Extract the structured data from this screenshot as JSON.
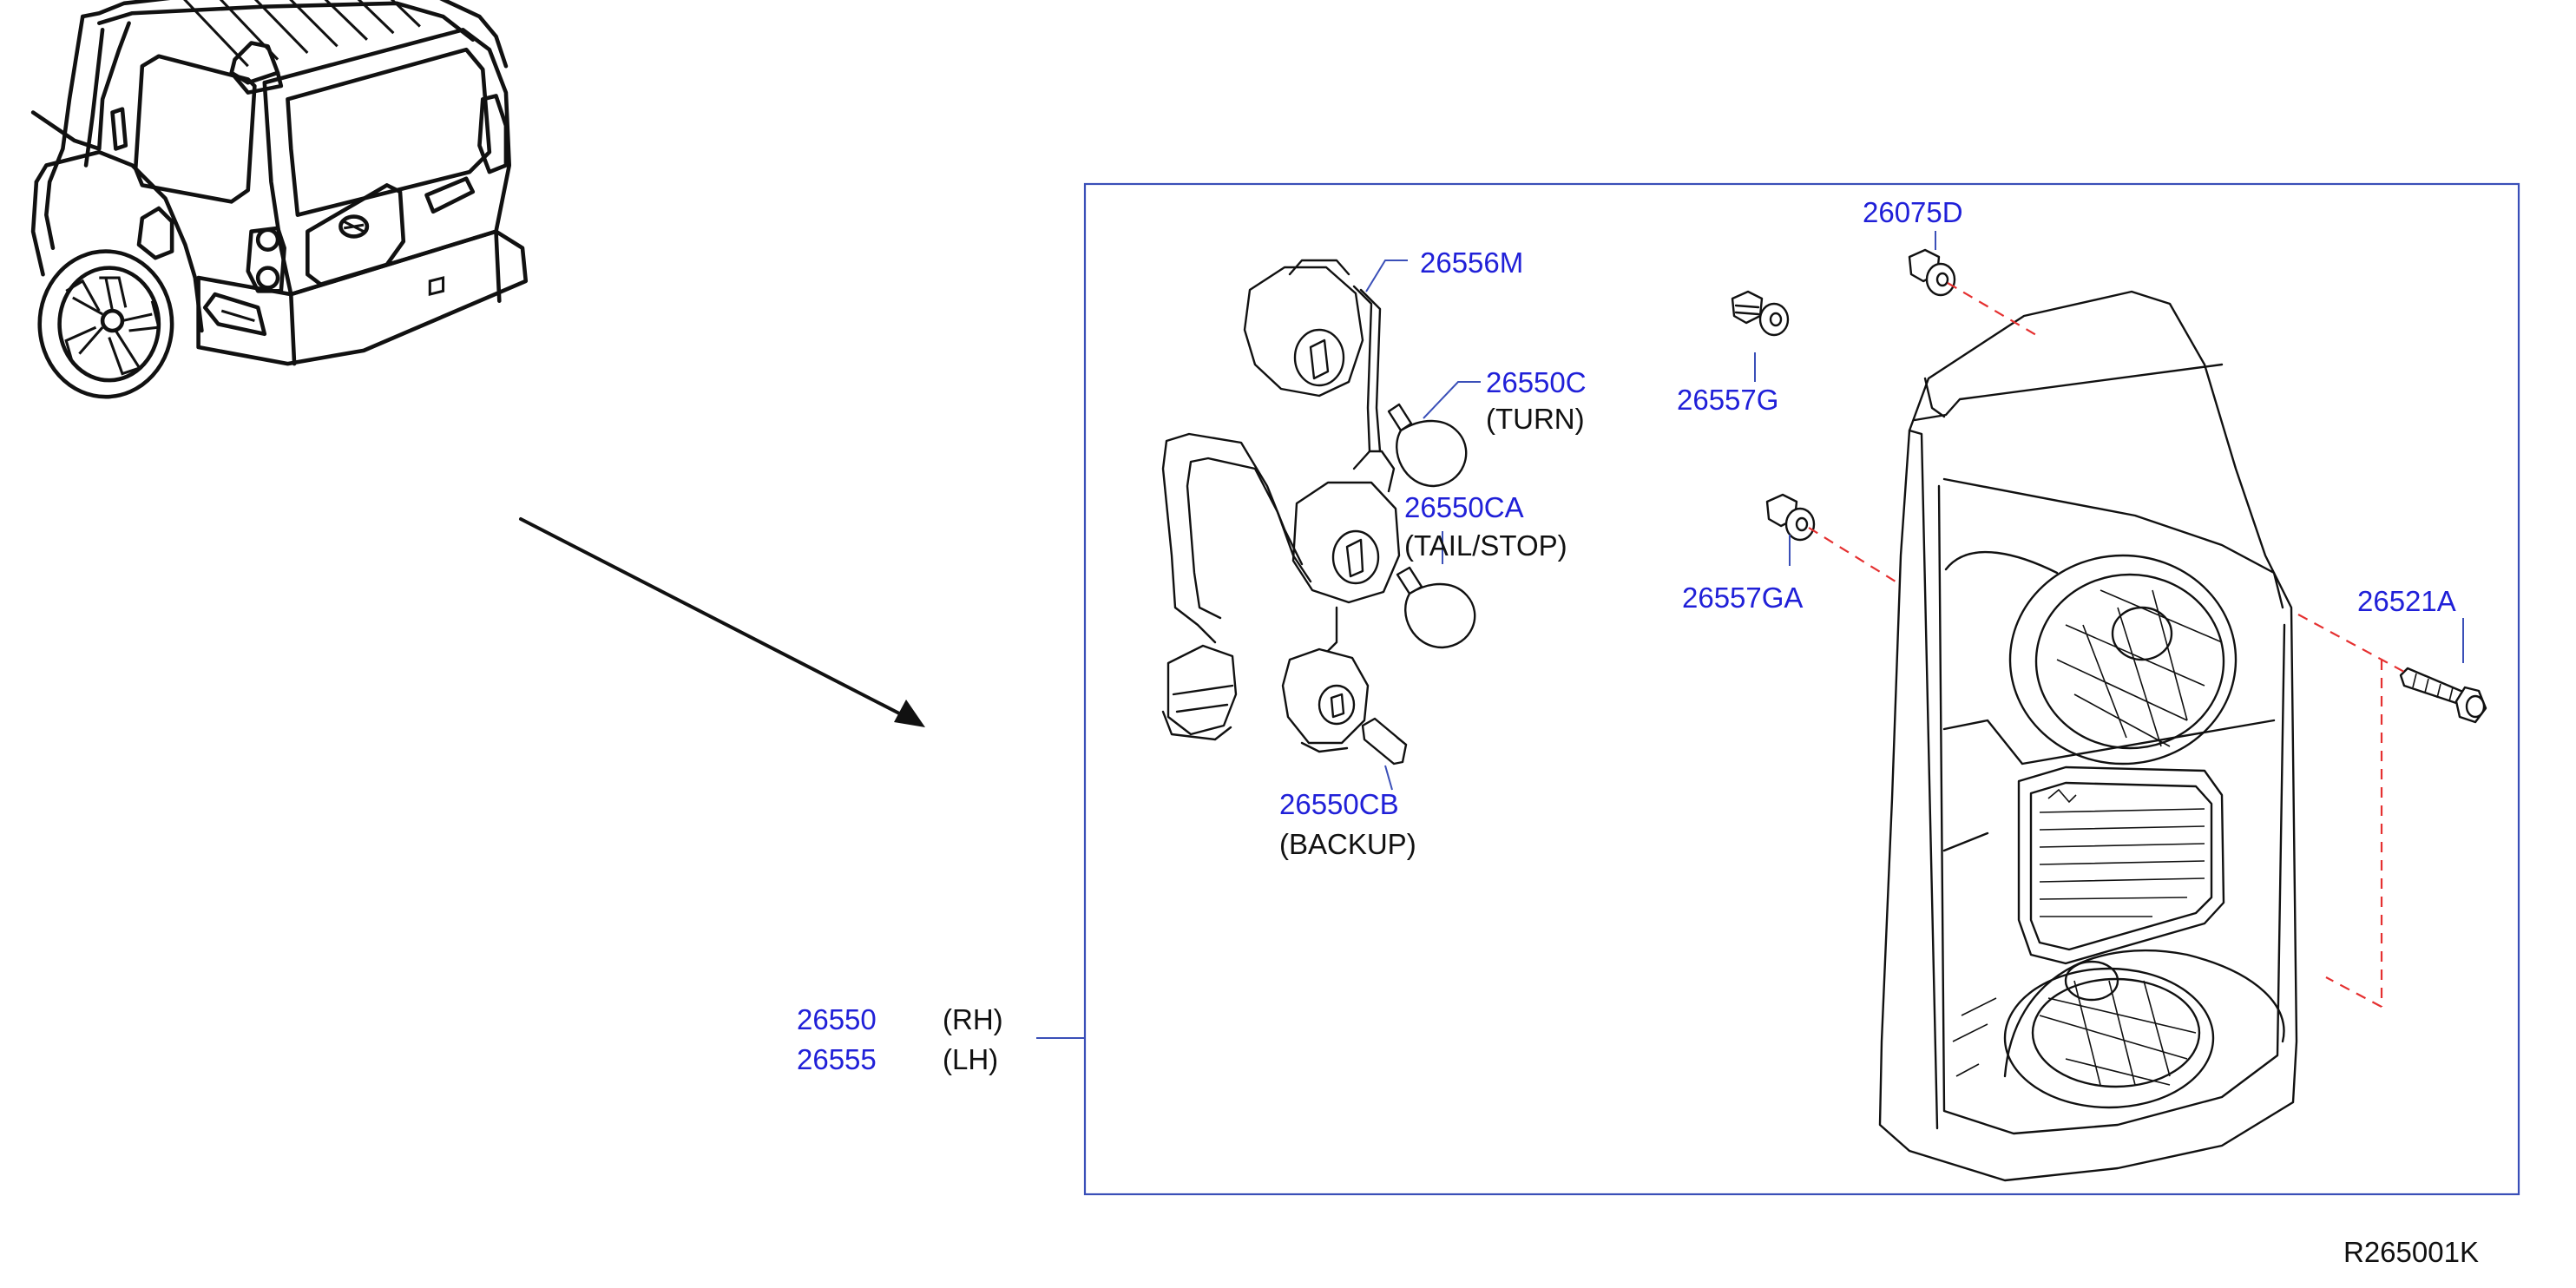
{
  "diagram_id": "R265001K",
  "colors": {
    "part_number": "#2020d8",
    "leader": "#3a4fb8",
    "dashed_guide": "#e53030",
    "line_art": "#111111"
  },
  "callouts": [
    {
      "id": "harness",
      "part_no": "26556M",
      "desc": ""
    },
    {
      "id": "turn_bulb",
      "part_no": "26550C",
      "desc": "(TURN)"
    },
    {
      "id": "tail_stop_bulb",
      "part_no": "26550CA",
      "desc": "(TAIL/STOP)"
    },
    {
      "id": "backup_bulb",
      "part_no": "26550CB",
      "desc": "(BACKUP)"
    },
    {
      "id": "nut_d",
      "part_no": "26075D",
      "desc": ""
    },
    {
      "id": "grommet_g",
      "part_no": "26557G",
      "desc": ""
    },
    {
      "id": "grommet_ga",
      "part_no": "26557GA",
      "desc": ""
    },
    {
      "id": "screw",
      "part_no": "26521A",
      "desc": ""
    }
  ],
  "assembly": [
    {
      "part_no": "26550",
      "side": "(RH)"
    },
    {
      "part_no": "26555",
      "side": "(LH)"
    }
  ]
}
